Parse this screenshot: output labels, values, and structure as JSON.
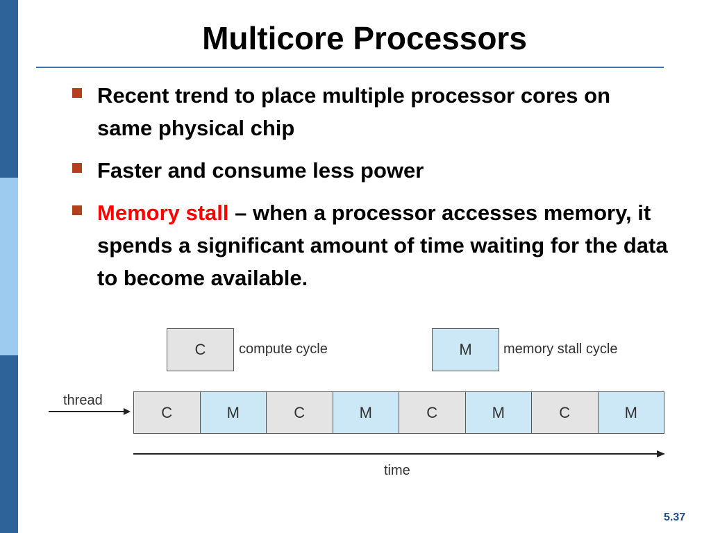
{
  "slide": {
    "title": "Multicore Processors",
    "bullets": [
      {
        "text": "Recent trend to place multiple processor cores on same physical chip"
      },
      {
        "text": "Faster and consume less power"
      },
      {
        "highlight": "Memory stall",
        "text": " – when a processor accesses memory, it spends a significant amount of time waiting for the data to become available."
      }
    ],
    "page_number": "5.37"
  },
  "colors": {
    "bar_dark": "#2e6399",
    "bar_light": "#9dcbf0",
    "bullet_square": "#b2401e",
    "highlight": "#ff0000",
    "compute_fill": "#e4e4e4",
    "memory_fill": "#cce8f7"
  },
  "diagram": {
    "legend": [
      {
        "symbol": "C",
        "label": "compute cycle"
      },
      {
        "symbol": "M",
        "label": "memory stall cycle"
      }
    ],
    "thread_label": "thread",
    "cycles": [
      "C",
      "M",
      "C",
      "M",
      "C",
      "M",
      "C",
      "M"
    ],
    "time_label": "time"
  }
}
